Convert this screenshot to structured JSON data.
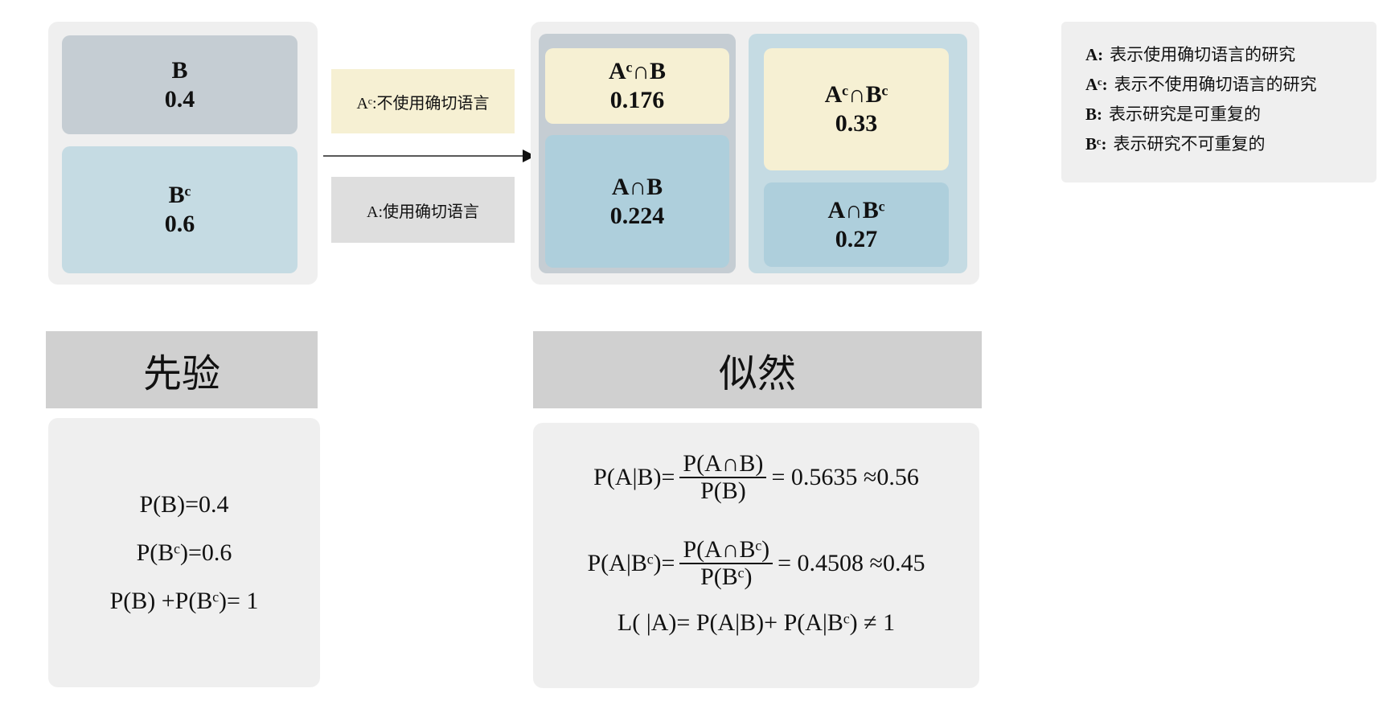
{
  "prior_panel": {
    "b": {
      "label": "B",
      "value": "0.4"
    },
    "bc": {
      "label": "Bᶜ",
      "value": "0.6"
    }
  },
  "transition": {
    "ac_label": "Aᶜ:不使用确切语言",
    "a_label": "A:使用确切语言"
  },
  "joint_panel": {
    "acb": {
      "label": "Aᶜ∩B",
      "value": "0.176"
    },
    "ab": {
      "label": "A∩B",
      "value": "0.224"
    },
    "acbc": {
      "label": "Aᶜ∩Bᶜ",
      "value": "0.33"
    },
    "abc": {
      "label": "A∩Bᶜ",
      "value": "0.27"
    }
  },
  "legend": {
    "items": [
      {
        "key": "A:",
        "text": "表示使用确切语言的研究"
      },
      {
        "key": "Aᶜ:",
        "text": "表示不使用确切语言的研究"
      },
      {
        "key": "B:",
        "text": "表示研究是可重复的"
      },
      {
        "key": "Bᶜ:",
        "text": "表示研究不可重复的"
      }
    ]
  },
  "prior_section": {
    "title": "先验",
    "lines": [
      "P(B)=0.4",
      "P(Bᶜ)=0.6",
      "P(B) +P(Bᶜ)= 1"
    ]
  },
  "likelihood_section": {
    "title": "似然",
    "eq1": {
      "lhs": "P(A|B)=",
      "num": "P(A∩B)",
      "den": "P(B)",
      "rhs": "= 0.5635 ≈0.56"
    },
    "eq2": {
      "lhs": "P(A|Bᶜ)=",
      "num": "P(A∩Bᶜ)",
      "den": "P(Bᶜ)",
      "rhs": "= 0.4508 ≈0.45"
    },
    "eq3": "L( |A)= P(A|B)+ P(A|Bᶜ) ≠ 1"
  },
  "colors": {
    "panel_bg": "#efefef",
    "grey_card": "#c5cdd3",
    "light_blue_card": "#c5dbe3",
    "yellow_card": "#f6f0d3",
    "steel_blue_card": "#aecfdc",
    "header_bg": "#d0d0d0"
  }
}
